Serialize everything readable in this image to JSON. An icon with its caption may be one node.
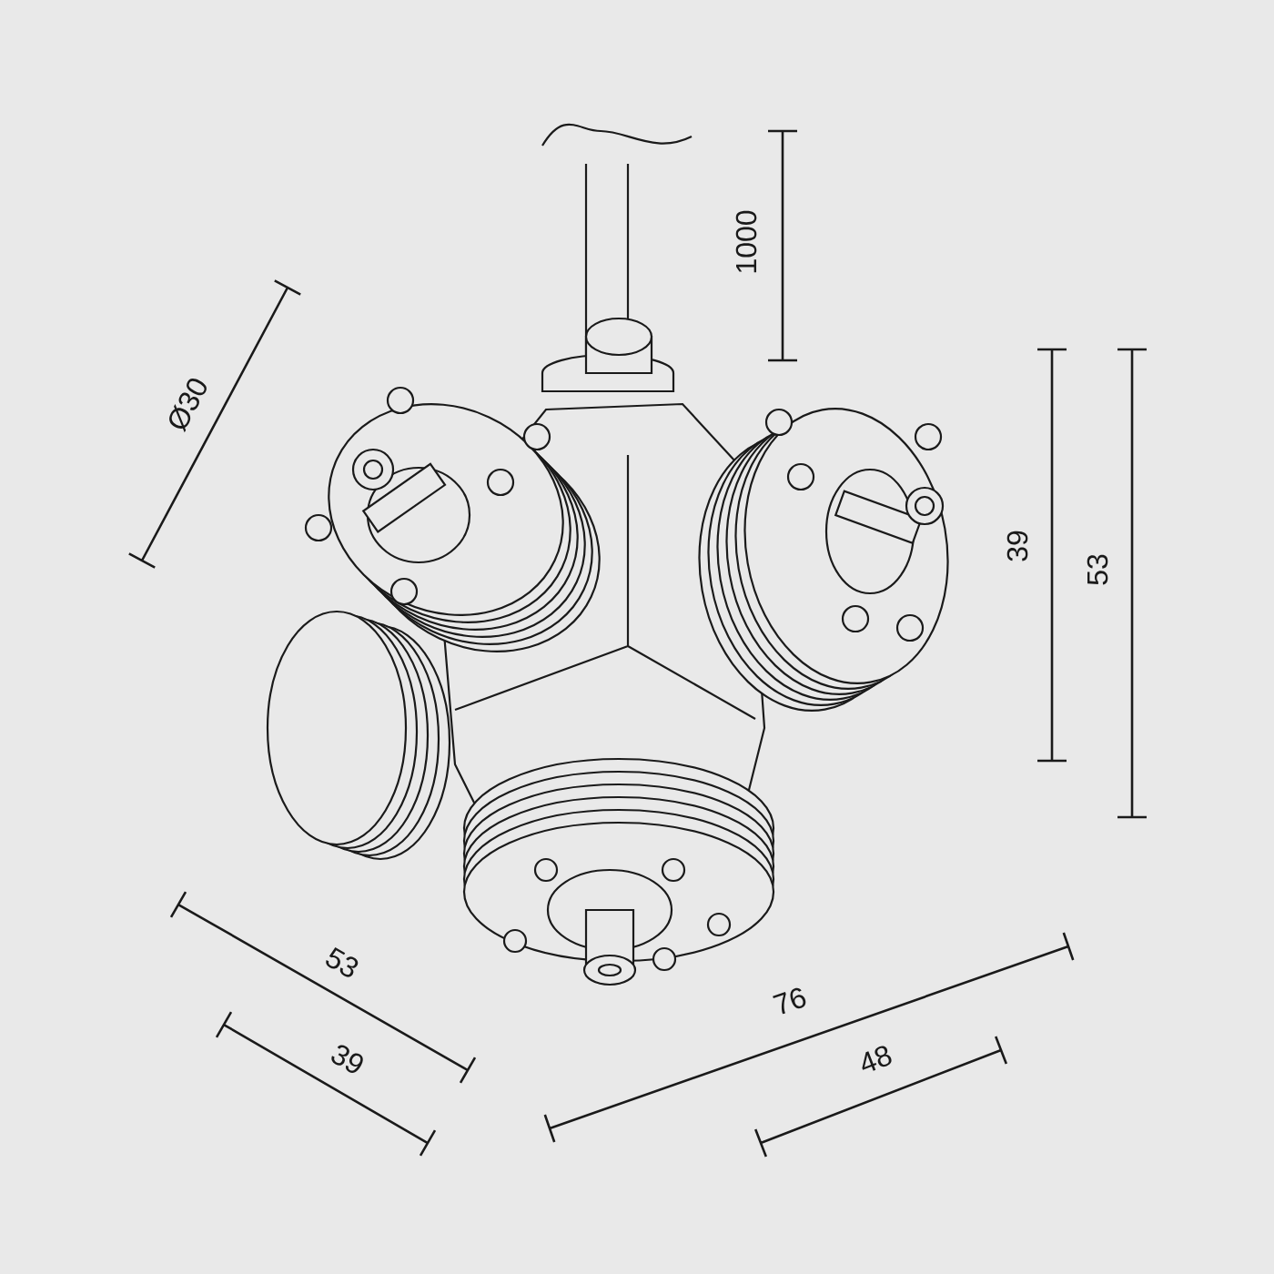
{
  "diagram": {
    "labels": [
      "1000",
      "Ø30",
      "39",
      "53",
      "53",
      "76",
      "39",
      "48"
    ]
  }
}
